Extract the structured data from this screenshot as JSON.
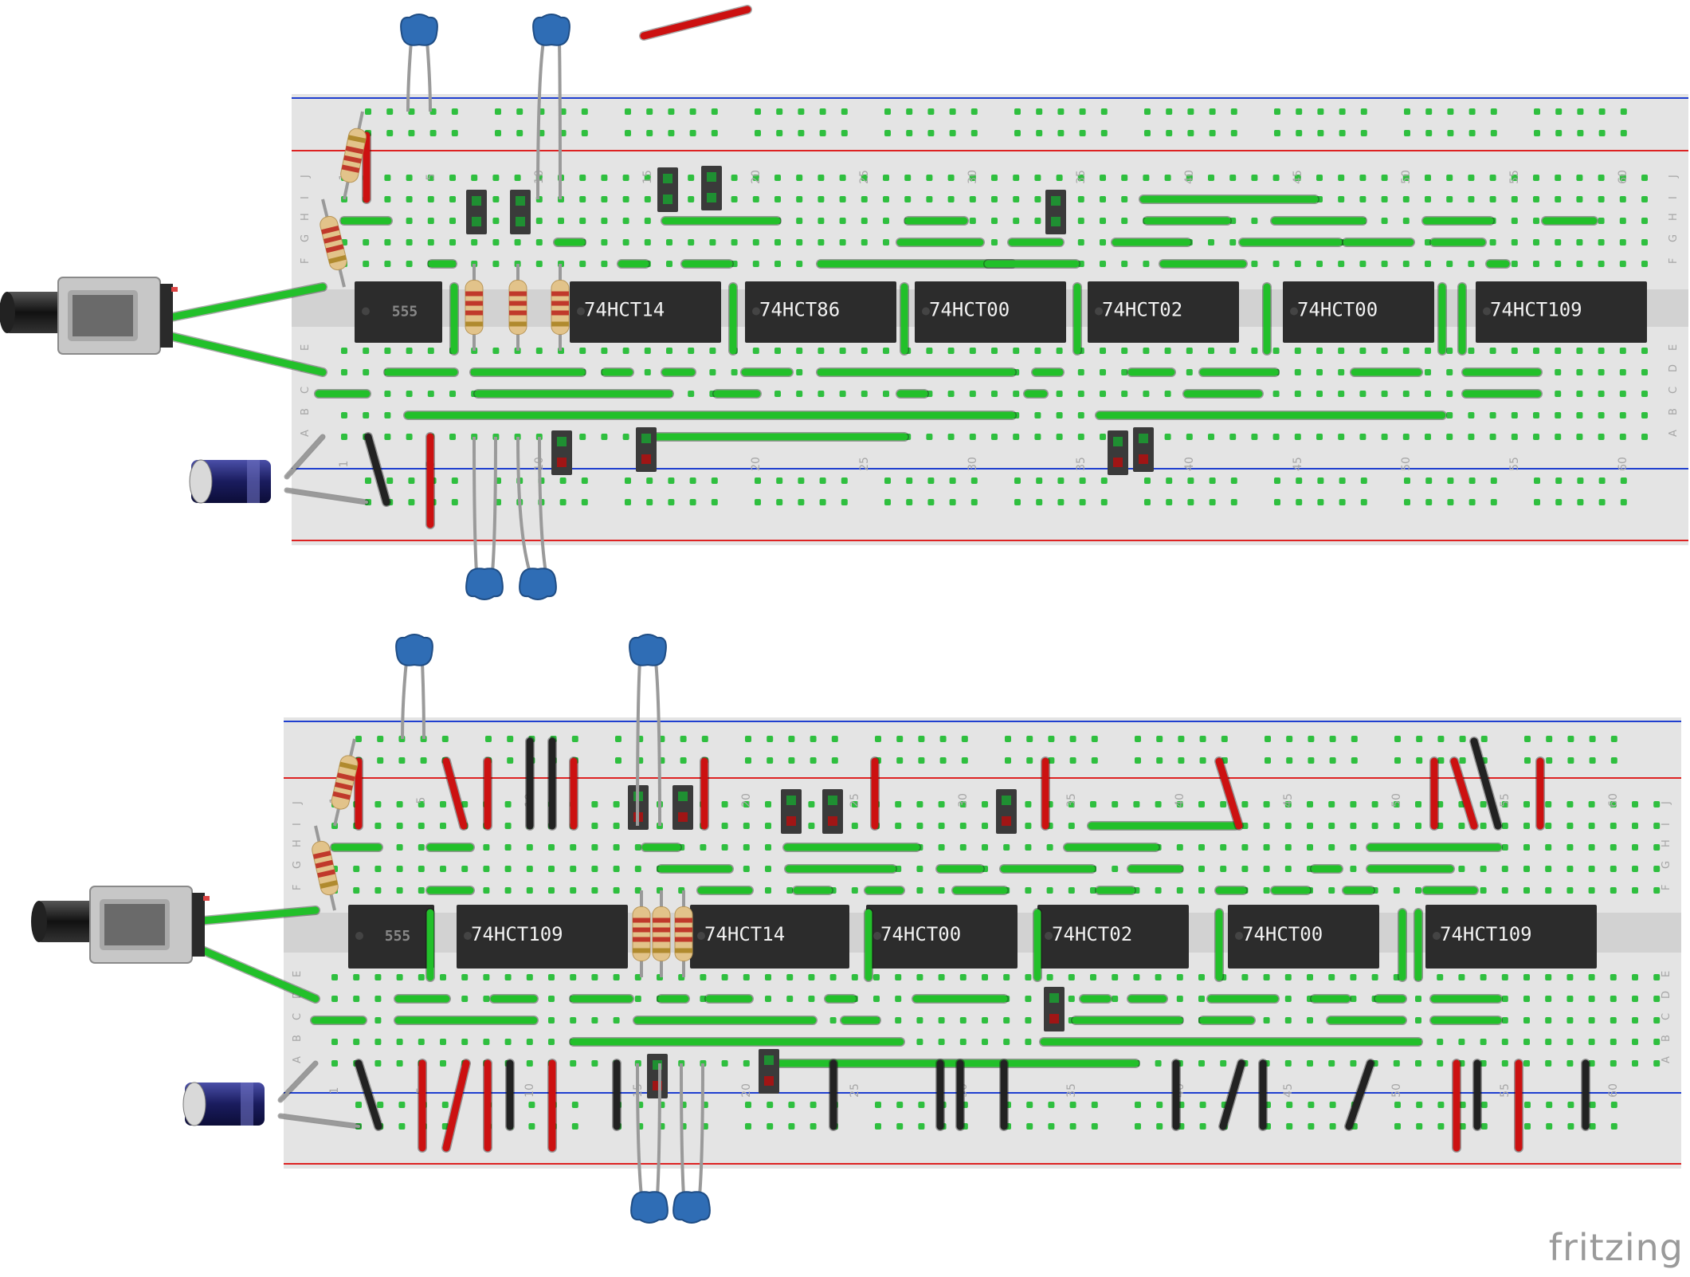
{
  "boards": [
    {
      "id": "top",
      "chips": [
        "555",
        "74HCT14",
        "74HCT86",
        "74HCT00",
        "74HCT02",
        "74HCT00",
        "74HCT109"
      ],
      "top_row_labels": [
        "J",
        "I",
        "H",
        "G",
        "F"
      ],
      "bottom_row_labels": [
        "E",
        "D",
        "C",
        "B",
        "A"
      ],
      "column_numbers": [
        "1",
        "5",
        "10",
        "15",
        "20",
        "25",
        "30",
        "35",
        "40",
        "45",
        "50",
        "55",
        "60"
      ]
    },
    {
      "id": "bottom",
      "chips": [
        "555",
        "74HCT109",
        "74HCT14",
        "74HCT00",
        "74HCT02",
        "74HCT00",
        "74HCT109"
      ],
      "top_row_labels": [
        "J",
        "I",
        "H",
        "G",
        "F"
      ],
      "bottom_row_labels": [
        "E",
        "D",
        "C",
        "B",
        "A"
      ],
      "column_numbers": [
        "1",
        "5",
        "10",
        "15",
        "20",
        "25",
        "30",
        "35",
        "40",
        "45",
        "50",
        "55",
        "60"
      ]
    }
  ],
  "watermark": "fritzing",
  "colors": {
    "board": "#e4e4e4",
    "hole_green": "#2fbf3f",
    "wire_green": "#22c02a",
    "wire_red": "#cc1111",
    "wire_black": "#222222",
    "chip": "#2c2c2c",
    "capacitor_blue": "#2f6db5",
    "electrolytic": "#1e1f6b",
    "rail_red": "#d22",
    "rail_blue": "#1f3fcf"
  }
}
